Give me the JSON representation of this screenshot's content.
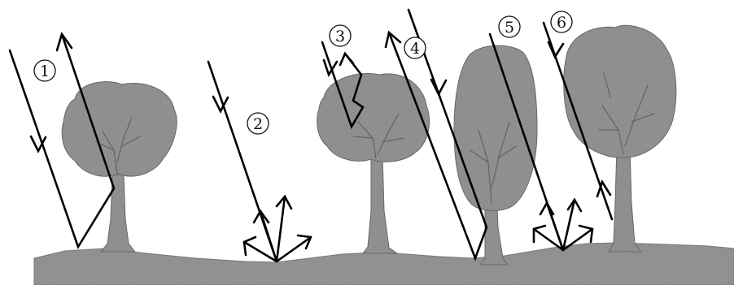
{
  "colors": {
    "background": "#ffffff",
    "ground": "#8c8c8c",
    "tree": "#8a8a8a",
    "ray": "#000000"
  },
  "markers": [
    {
      "label": "1"
    },
    {
      "label": "2"
    },
    {
      "label": "3"
    },
    {
      "label": "4"
    },
    {
      "label": "5"
    },
    {
      "label": "6"
    }
  ]
}
